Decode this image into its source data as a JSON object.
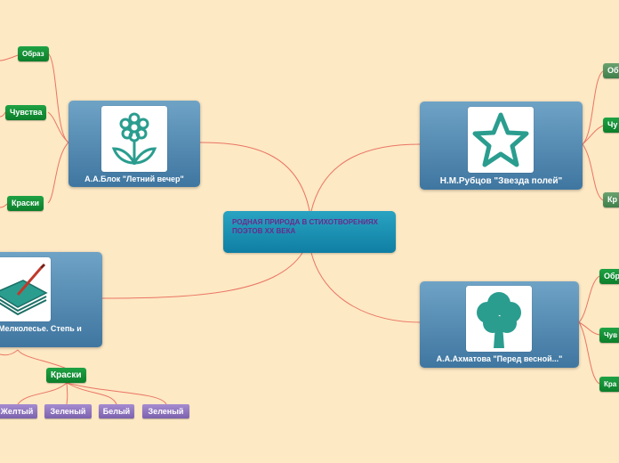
{
  "center": {
    "title": "РОДНАЯ ПРИРОДА В СТИХОТВОРЕНИЯХ ПОЭТОВ XX ВЕКА"
  },
  "topics": {
    "blok": "А.А.Блок \"Летний  вечер\"",
    "rubtsov": "Н.М.Рубцов \"Звезда полей\"",
    "left": "Мелколесье. Степь и",
    "akhmatova": "А.А.Ахматова \"Перед весной...\""
  },
  "blok_tags": {
    "image": "Образ",
    "feelings": "Чувства",
    "colors": "Краски"
  },
  "rubtsov_tags": {
    "image": "Об",
    "feelings": "Чу",
    "colors": "Кр"
  },
  "akhmatova_tags": {
    "image": "Обр",
    "feelings": "Чув",
    "colors": "Кра"
  },
  "left_tags": {
    "colors": "Краски"
  },
  "color_words": [
    "Желтый",
    "Зеленый",
    "Белый",
    "Зеленый"
  ],
  "icons": {
    "blok": "flower-icon",
    "rubtsov": "star-icon",
    "left": "book-icon",
    "akhmatova": "tree-icon"
  },
  "colors": {
    "background": "#fde9c4",
    "link": "#e8685a",
    "center": "#1a8db2",
    "topic": "#5a8fb6",
    "tag": "#14923a",
    "color_tag": "#8f75be",
    "icon": "#2a9d8f"
  }
}
